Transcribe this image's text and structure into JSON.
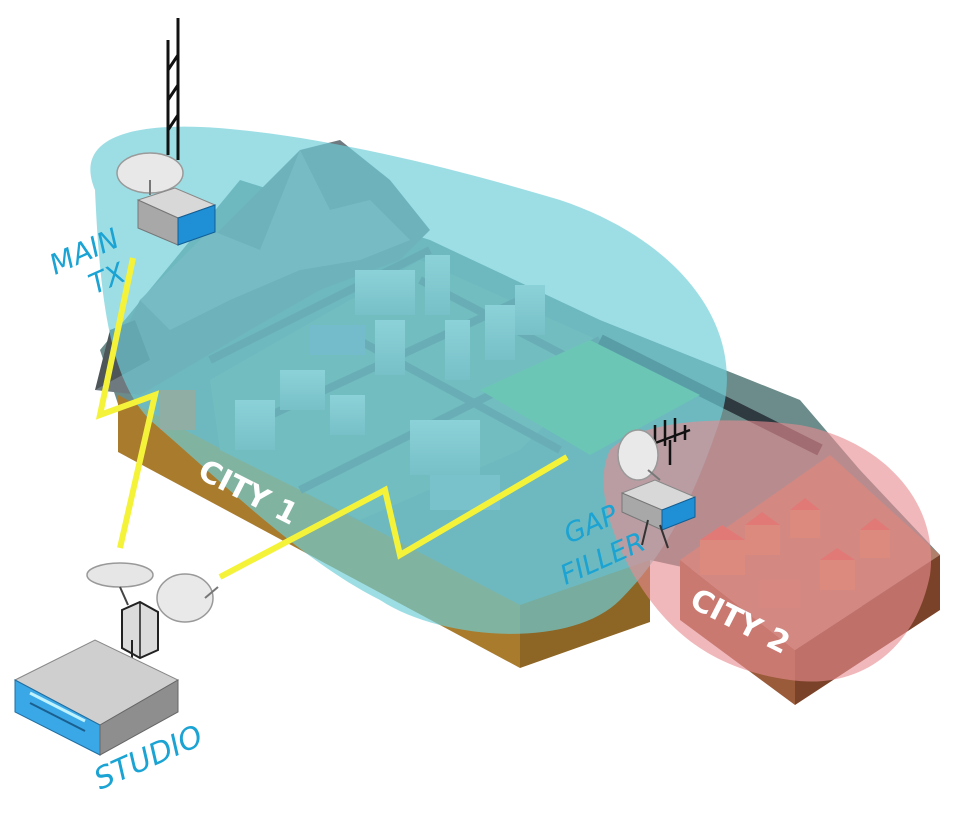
{
  "colors": {
    "coverage_main": "#7fd3dc",
    "coverage_gap": "#e79a9c",
    "link": "#f4f33a",
    "label_blue": "#1ba3d3",
    "city_label": "#ffffff",
    "ground_side": "#a57a2f",
    "ground_top": "#6f8a8a"
  },
  "labels": {
    "main_tx": [
      "MAIN",
      "TX"
    ],
    "studio": "STUDIO",
    "gap_filler": [
      "GAP",
      "FILLER"
    ],
    "city1": "CITY 1",
    "city2": "CITY 2"
  },
  "icons": {
    "main_tower": "antenna-mast-icon",
    "main_dish": "satellite-dish-icon",
    "main_transmitter": "rack-transmitter-icon",
    "studio_box": "studio-equipment-icon",
    "gap_antenna": "yagi-antenna-icon"
  }
}
